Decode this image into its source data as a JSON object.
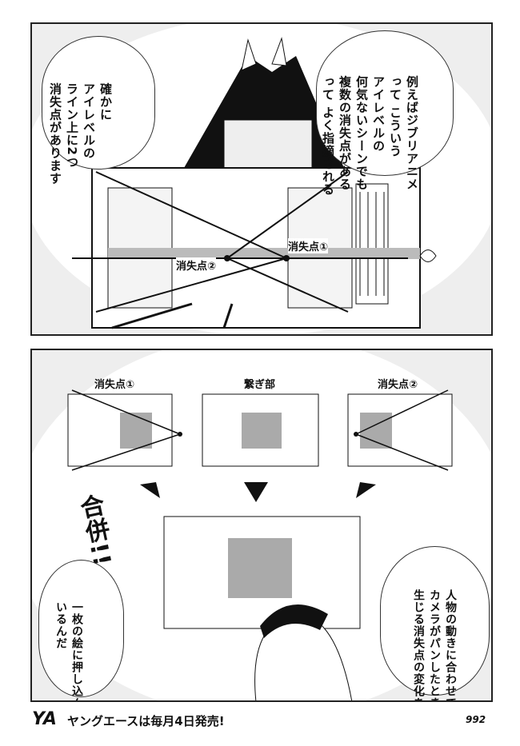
{
  "panel1": {
    "bubble_right": [
      "例えばジブリアニメ",
      "って こういう",
      "アイレベルの",
      "何気ないシーンでも",
      "複数の消失点がある",
      "って よく指摘される"
    ],
    "bubble_left": [
      "確かに",
      "アイレベルの",
      "ライン上に2つ",
      "消失点があります"
    ],
    "label_vp1": "消失点①",
    "label_vp2": "消失点②"
  },
  "panel2": {
    "label_left": "消失点①",
    "label_center": "繋ぎ部",
    "label_right": "消失点②",
    "sfx": "合併!!",
    "bubble_right": [
      "人物の動きに合わせて",
      "カメラがパンしたとき",
      "生じる消失点の変化を"
    ],
    "bubble_left": [
      "一枚の絵に押し込んで",
      "いるんだ"
    ]
  },
  "footer": {
    "logo": "YA",
    "release_text": "ヤングエースは毎月4日発売!",
    "page_number": "992"
  }
}
